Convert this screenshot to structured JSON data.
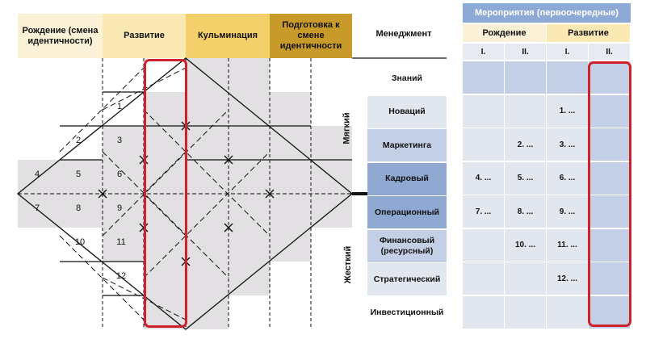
{
  "stages": [
    {
      "label": "Рождение (смена идентичности)",
      "bg": "#fbf1d6",
      "color": "#111111"
    },
    {
      "label": "Развитие",
      "bg": "#fbe9b4",
      "color": "#111111"
    },
    {
      "label": "Кульминация",
      "bg": "#f4d06b",
      "color": "#111111"
    },
    {
      "label": "Подготовка к смене идентичности",
      "bg": "#c89a2a",
      "color": "#111111"
    }
  ],
  "management": {
    "title": "Менеджмент",
    "soft_label": "Мягкий",
    "hard_label": "Жесткий",
    "rows": [
      {
        "label": "Знаний",
        "bg": "#ffffff"
      },
      {
        "label": "Новаций",
        "bg": "#e2e7ef"
      },
      {
        "label": "Маркетинга",
        "bg": "#c3cfe4"
      },
      {
        "label": "Кадровый",
        "bg": "#8fa8d2"
      },
      {
        "label": "Операционный",
        "bg": "#8fa8d2"
      },
      {
        "label": "Финансовый (ресурсный)",
        "bg": "#c3cfe4"
      },
      {
        "label": "Стратегический",
        "bg": "#e2e7ef"
      },
      {
        "label": "Инвестиционный",
        "bg": "#ffffff"
      }
    ]
  },
  "diagram": {
    "numbers": [
      "1",
      "2",
      "3",
      "4",
      "5",
      "6",
      "7",
      "8",
      "9",
      "10",
      "11",
      "12"
    ]
  },
  "table": {
    "title": "Мероприятия (первоочередные)",
    "groups": [
      {
        "label": "Рождение",
        "bg": "#fbf1d6"
      },
      {
        "label": "Развитие",
        "bg": "#fbe9b4"
      }
    ],
    "columns": [
      "I.",
      "II.",
      "I.",
      "II."
    ],
    "rows": [
      [
        "",
        "",
        "",
        ""
      ],
      [
        "",
        "",
        "1. ...",
        ""
      ],
      [
        "",
        "2. ...",
        "3. ...",
        ""
      ],
      [
        "4. ...",
        "5. ...",
        "6. ...",
        ""
      ],
      [
        "7. ...",
        "8. ...",
        "9. ...",
        ""
      ],
      [
        "",
        "10. ...",
        "11. ...",
        ""
      ],
      [
        "",
        "",
        "12. ...",
        ""
      ],
      [
        "",
        "",
        "",
        ""
      ]
    ]
  },
  "colors": {
    "highlight": "#d0202a",
    "grey_cell": "#e2e0e2",
    "table_header": "#8da9d6"
  }
}
